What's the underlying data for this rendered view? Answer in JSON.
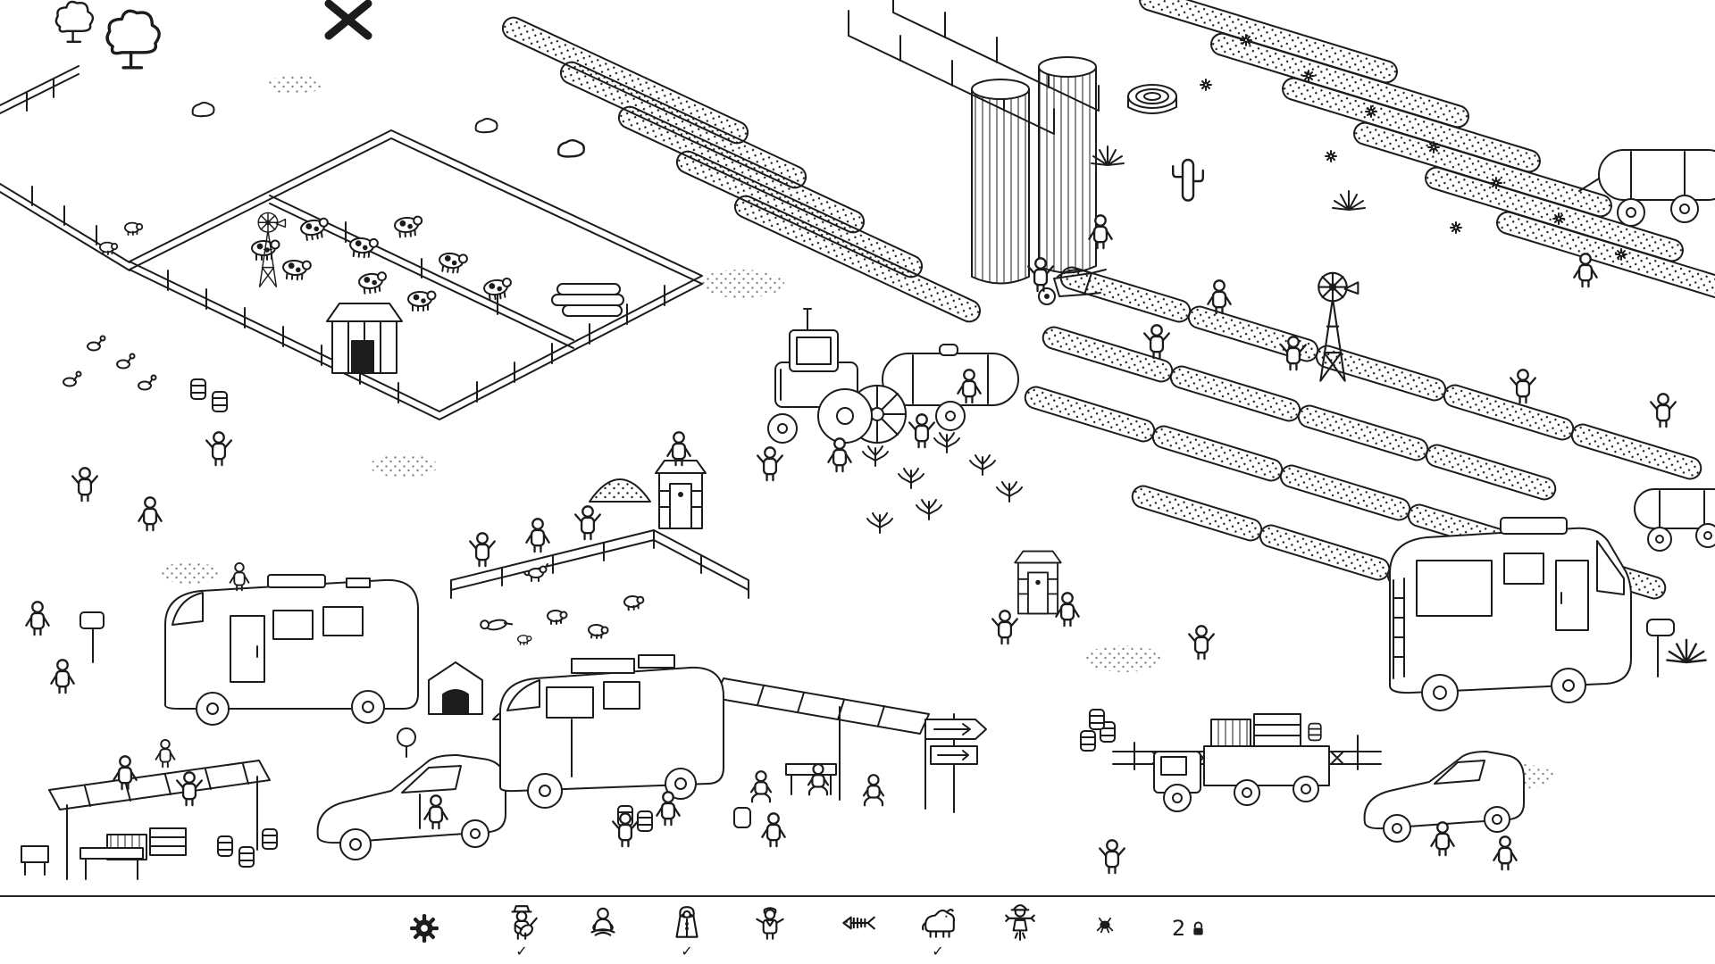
{
  "app": {
    "name": "hidden-object-farm-scene"
  },
  "scene": {
    "background": "#ffffff",
    "ink": "#1c1c1c",
    "elements": [
      "x-marker",
      "trees",
      "rocks",
      "cattle-pen",
      "cows",
      "shed",
      "log-pile",
      "windmill-left",
      "left-fences",
      "ducks",
      "barrels",
      "crop-rows",
      "vine-trellis",
      "silos",
      "wheelbarrow",
      "tree-stump",
      "upper-right-beds",
      "flowers",
      "right-garden-beds",
      "windmill-right",
      "plants",
      "cactus",
      "agave",
      "tractor-with-tanker",
      "pig-pen",
      "pigs",
      "dog",
      "outhouse-center",
      "outhouse-right",
      "hay-mound",
      "camper-van",
      "dog-house",
      "sand-pile",
      "clothesline",
      "market-stall",
      "hatchback-car",
      "van-with-awning",
      "signpost",
      "motorhome",
      "mailbox",
      "crate-truck",
      "log-fence",
      "pickup-car",
      "tanker-trailer-top",
      "tanker-trailer-mid",
      "people",
      "sitting-people"
    ]
  },
  "toolbar": {
    "settings": {
      "icon": "gear"
    },
    "targets": [
      {
        "name": "musician",
        "found": true,
        "check": "✓"
      },
      {
        "name": "sitting-person",
        "found": false,
        "check": ""
      },
      {
        "name": "hooded-person",
        "found": true,
        "check": "✓"
      },
      {
        "name": "capped-person",
        "found": false,
        "check": ""
      },
      {
        "name": "fish-skeleton",
        "found": false,
        "check": ""
      },
      {
        "name": "buffalo",
        "found": true,
        "check": "✓"
      },
      {
        "name": "scarecrow",
        "found": false,
        "check": ""
      },
      {
        "name": "flea",
        "found": false,
        "check": ""
      }
    ],
    "locked": {
      "count": "2",
      "icon": "lock"
    }
  }
}
